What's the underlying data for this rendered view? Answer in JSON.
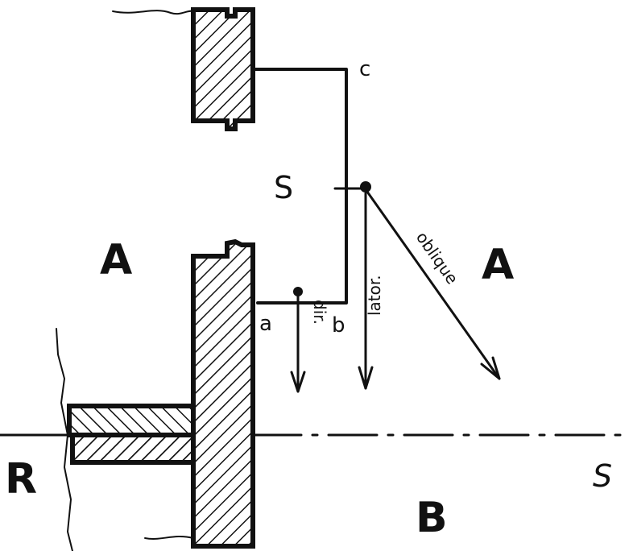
{
  "labels": {
    "region_upper_left": "A",
    "region_upper_right": "A",
    "region_lower": "B",
    "axis_left": "R",
    "axis_right": "S",
    "point_s": "S",
    "corner_a": "a",
    "corner_b": "b",
    "corner_c": "c",
    "arrow_direct": "dir.",
    "arrow_lateral": "lator.",
    "arrow_oblique": "oblique"
  },
  "colors": {
    "ink": "#111111",
    "background": "#ffffff"
  }
}
